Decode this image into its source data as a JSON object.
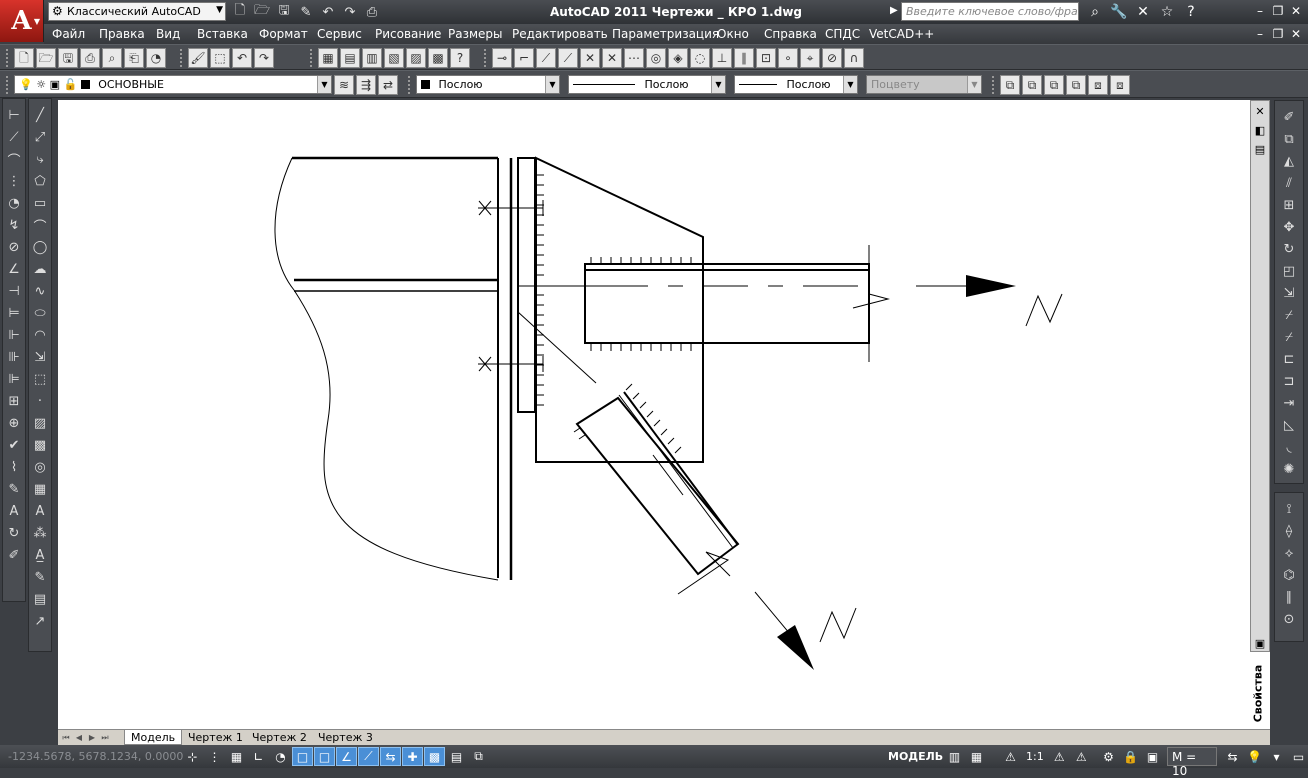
{
  "title": {
    "workspace": "Классический AutoCAD",
    "window_title": "AutoCAD 2011    Чертежи _ КРО 1.dwg",
    "search_placeholder": "Введите ключевое слово/фразу",
    "app_letter": "A"
  },
  "menu": [
    "Файл",
    "Правка",
    "Вид",
    "Вставка",
    "Формат",
    "Сервис",
    "Рисование",
    "Размеры",
    "Редактировать",
    "Параметризация",
    "Окно",
    "Справка",
    "СПДС",
    "VetCAD++"
  ],
  "layers_bar": {
    "layer_name": "ОСНОВНЫЕ",
    "color": "Послою",
    "linetype": "Послою",
    "lineweight": "Послою",
    "plotstyle": "Поцвету"
  },
  "icons": {
    "qat": [
      "new-icon",
      "open-icon",
      "save-icon",
      "saveas-icon",
      "undo-icon",
      "redo-icon",
      "plot-icon"
    ],
    "title_right": [
      "binoculars-icon",
      "tools-icon",
      "star-icon",
      "help-icon"
    ],
    "draw_toolbar": [
      "line-icon",
      "xline-icon",
      "polyline-icon",
      "polygon-icon",
      "rectangle-icon",
      "arc-icon",
      "circle-icon",
      "cloud-icon",
      "spline-icon",
      "ellipse-icon",
      "ellipse-arc-icon",
      "insert-icon",
      "block-icon",
      "point-icon",
      "hatch-icon",
      "gradient-icon",
      "region-icon",
      "table-icon",
      "text-icon",
      "add-selected-icon"
    ],
    "modify_toolbar": [
      "erase-icon",
      "copy-icon",
      "mirror-icon",
      "offset-icon",
      "array-icon",
      "move-icon",
      "rotate-icon",
      "scale-icon",
      "stretch-icon",
      "trim-icon",
      "extend-icon",
      "break-icon",
      "join-icon",
      "chamfer-icon",
      "fillet-icon",
      "explode-icon"
    ]
  },
  "tabs": {
    "model": "Модель",
    "layouts": [
      "Чертеж 1",
      "Чертеж 2",
      "Чертеж 3"
    ]
  },
  "properties_panel": {
    "label": "Свойства"
  },
  "status": {
    "coords": "-1234.5678, 5678.1234, 0.0000",
    "model": "МОДЕЛЬ",
    "annotation_scale": "1:1",
    "m_scale": "M = 10"
  },
  "colors": {
    "canvas": "#ffffff",
    "chrome": "#3c3f44",
    "accent": "#4a8fd6",
    "logo": "#c8281f"
  }
}
